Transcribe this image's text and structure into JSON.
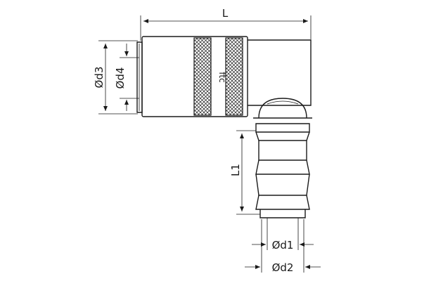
{
  "drawing": {
    "dimensions": {
      "L": "L",
      "L1": "L1",
      "d1": "Ød1",
      "d2": "Ød2",
      "d3": "Ød3",
      "d4": "Ød4"
    },
    "brand_mark": "ftc",
    "line_color": "#1a1a1a",
    "background": "#ffffff"
  }
}
